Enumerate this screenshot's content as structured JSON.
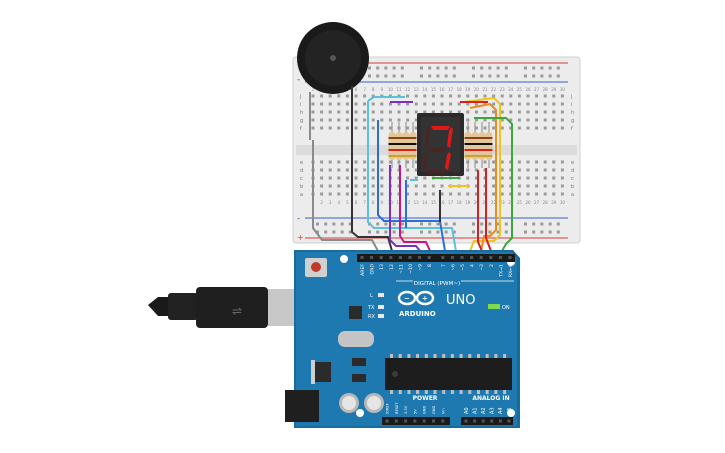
{
  "breadboard": {
    "rail_plus": "+",
    "rail_minus": "-",
    "row_labels_top": [
      "j",
      "i",
      "h",
      "g",
      "f"
    ],
    "row_labels_bottom": [
      "e",
      "d",
      "c",
      "b",
      "a"
    ],
    "column_numbers": [
      "1",
      "2",
      "3",
      "4",
      "5",
      "6",
      "7",
      "8",
      "9",
      "10",
      "11",
      "12",
      "13",
      "14",
      "15",
      "16",
      "17",
      "18",
      "19",
      "20",
      "21",
      "22",
      "23",
      "24",
      "25",
      "26",
      "27",
      "28",
      "29",
      "30"
    ]
  },
  "seven_segment": {
    "digit": "7",
    "segment_color": "#e01818"
  },
  "arduino": {
    "logo_text": "ARDUINO",
    "model": "UNO",
    "on_label": "ON",
    "l_label": "L",
    "tx_label": "TX",
    "rx_label": "RX",
    "digital_label": "DIGITAL (PWM~)",
    "digital_pins": [
      "AREF",
      "GND",
      "13",
      "12",
      "~11",
      "~10",
      "~9",
      "8",
      "7",
      "~6",
      "~5",
      "4",
      "~3",
      "2",
      "TX→1",
      "RX←0"
    ],
    "power_label": "POWER",
    "power_pins": [
      "IOREF",
      "RESET",
      "3.3V",
      "5V",
      "GND",
      "GND",
      "Vin"
    ],
    "analog_label": "ANALOG IN",
    "analog_pins": [
      "A0",
      "A1",
      "A2",
      "A3",
      "A4",
      "A5"
    ]
  },
  "wire_colors": {
    "black": "#333333",
    "gray": "#8a8a8a",
    "light_blue": "#5bc0de",
    "blue": "#2a6fd6",
    "purple": "#7b2fbf",
    "magenta": "#c71585",
    "yellow": "#f0c419",
    "orange": "#f08a1c",
    "red": "#d42020",
    "green": "#3aa83a"
  }
}
